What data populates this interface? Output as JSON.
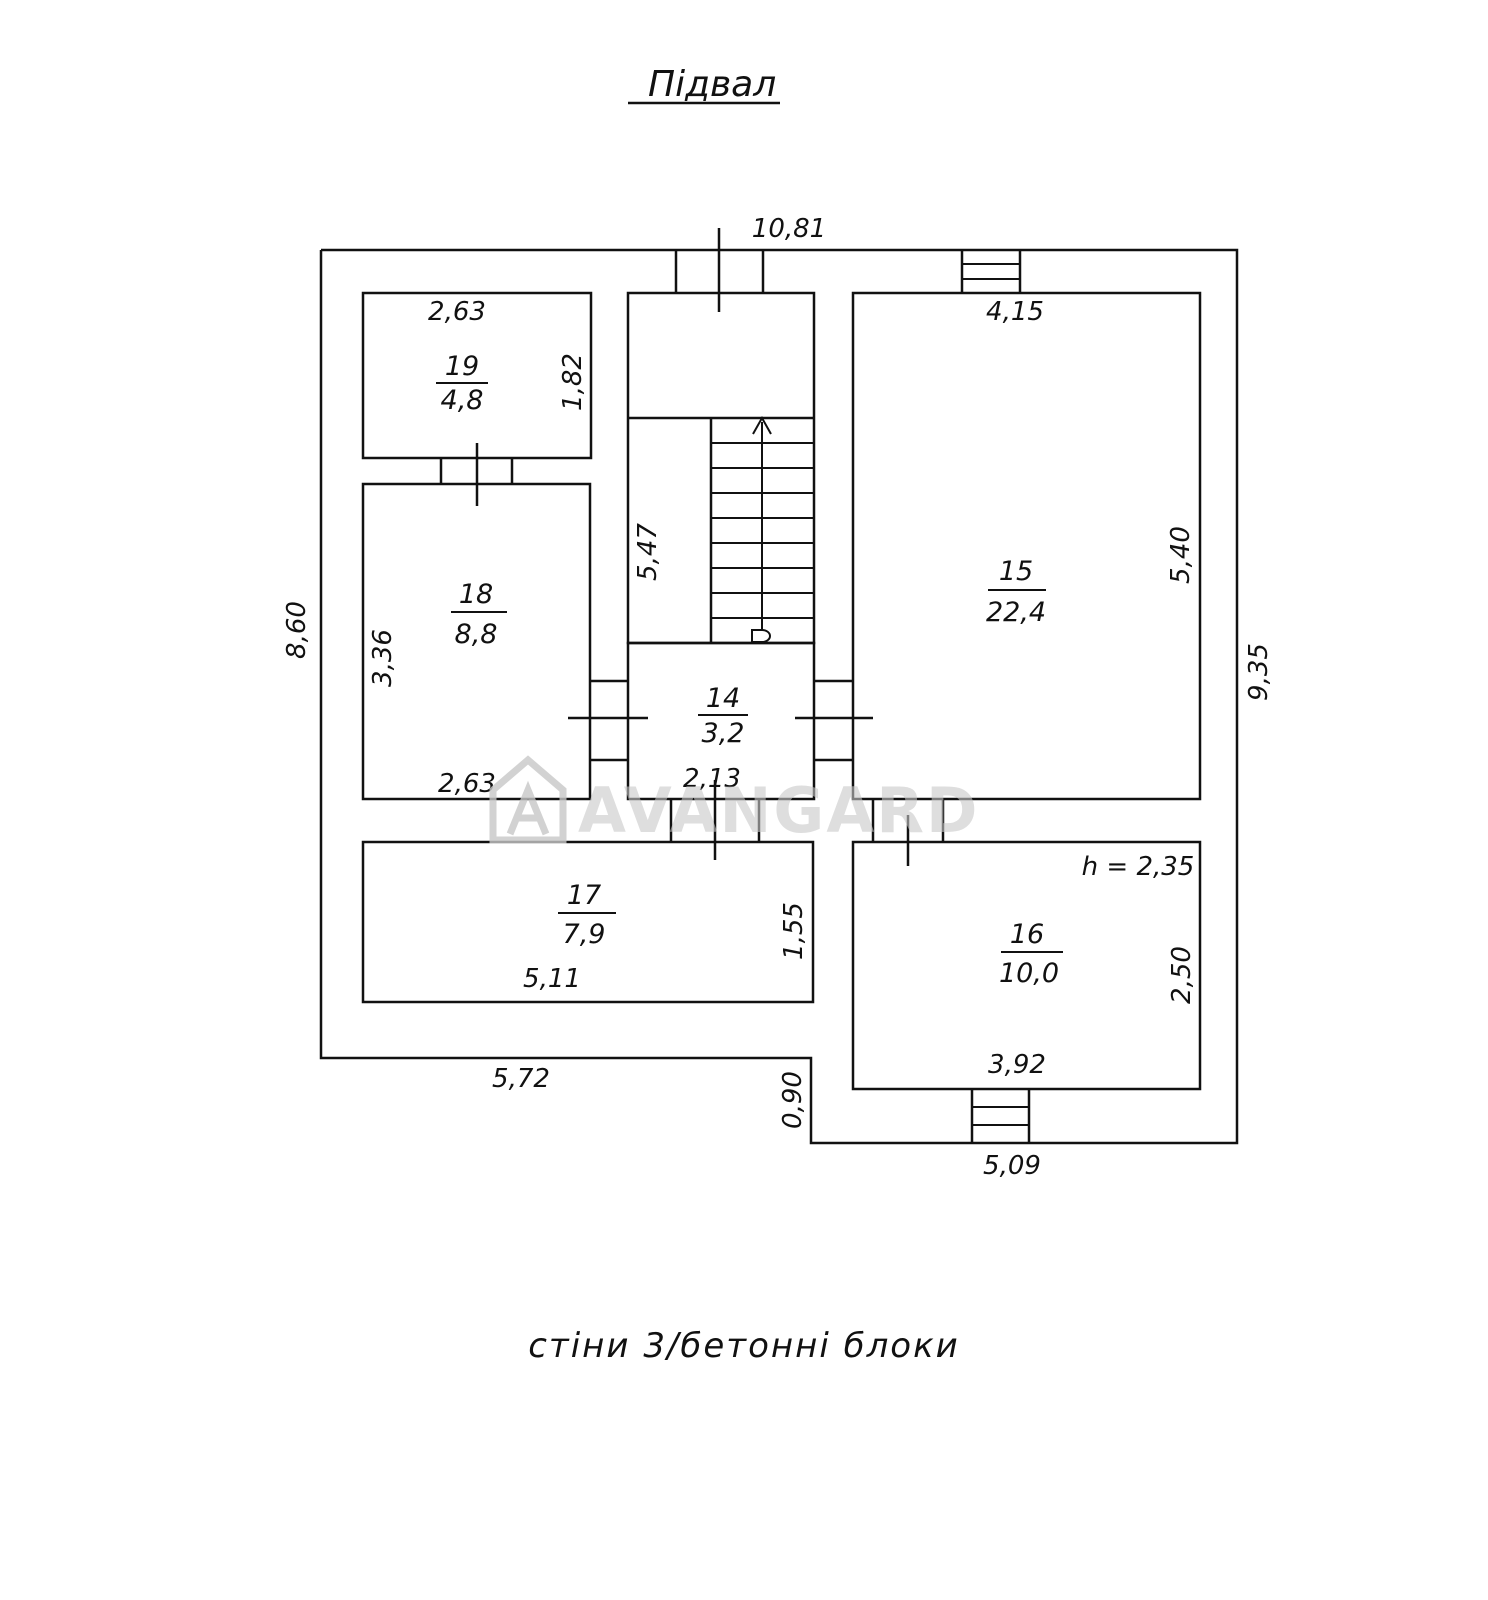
{
  "title": "Підвал",
  "note": "стіни 3/бетонні блоки",
  "ceiling_height": "h = 2,35",
  "watermark": "AVANGARD",
  "rooms": [
    {
      "id": "14",
      "area": "3,2"
    },
    {
      "id": "15",
      "area": "22,4"
    },
    {
      "id": "16",
      "area": "10,0"
    },
    {
      "id": "17",
      "area": "7,9"
    },
    {
      "id": "18",
      "area": "8,8"
    },
    {
      "id": "19",
      "area": "4,8"
    }
  ],
  "dimensions": {
    "outer_top": "10,81",
    "outer_left": "8,60",
    "outer_right": "9,35",
    "outer_bottom_left": "5,72",
    "outer_step": "0,90",
    "outer_bottom_right": "5,09",
    "r19_width": "2,63",
    "r19_height": "1,82",
    "r18_height": "3,36",
    "r18_width": "2,63",
    "stair_length": "5,47",
    "r14_width": "2,13",
    "r15_width": "4,15",
    "r15_height": "5,40",
    "r17_height": "1,55",
    "r17_width": "5,11",
    "r16_height": "2,50",
    "r16_width": "3,92"
  }
}
